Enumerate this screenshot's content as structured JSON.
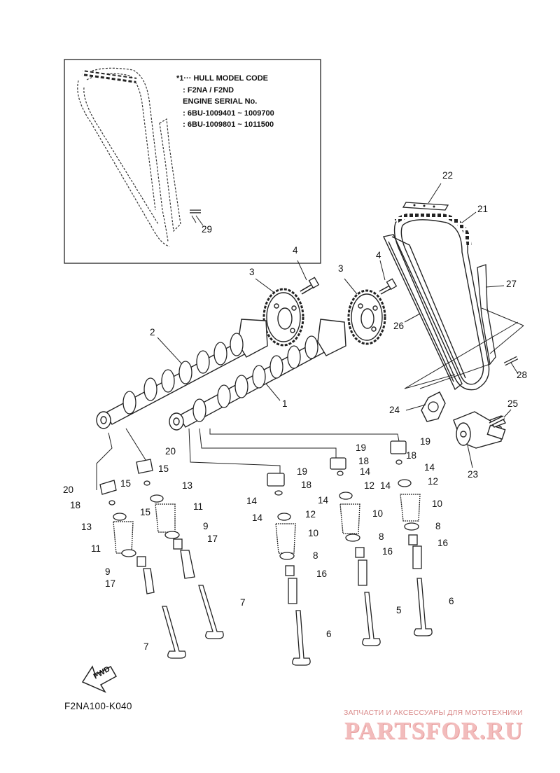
{
  "diagram": {
    "inset_note": [
      "*1··· HULL MODEL CODE",
      "   : F2NA / F2ND",
      "   ENGINE SERIAL No.",
      "   : 6BU-1009401 ~ 1009700",
      "   : 6BU-1009801 ~ 1011500"
    ],
    "fwd_label": "FWD",
    "drawing_code": "F2NA100-K040",
    "labels": [
      "22",
      "21",
      "29",
      "4",
      "4",
      "3",
      "3",
      "27",
      "26",
      "2",
      "1",
      "28",
      "24",
      "25",
      "23",
      "20",
      "15",
      "15",
      "13",
      "11",
      "9",
      "17",
      "20",
      "18",
      "15",
      "13",
      "11",
      "9",
      "17",
      "19",
      "18",
      "14",
      "14",
      "12",
      "10",
      "8",
      "16",
      "19",
      "18",
      "14",
      "12",
      "14",
      "10",
      "8",
      "16",
      "19",
      "18",
      "14",
      "14",
      "12",
      "10",
      "8",
      "16",
      "7",
      "7",
      "6",
      "5",
      "6"
    ]
  },
  "watermark": {
    "tagline": "ЗАПЧАСТИ И АКСЕССУАРЫ ДЛЯ МОТОТЕХНИКИ",
    "logo": "PARTSFOR.RU",
    "color": "#e07070"
  }
}
